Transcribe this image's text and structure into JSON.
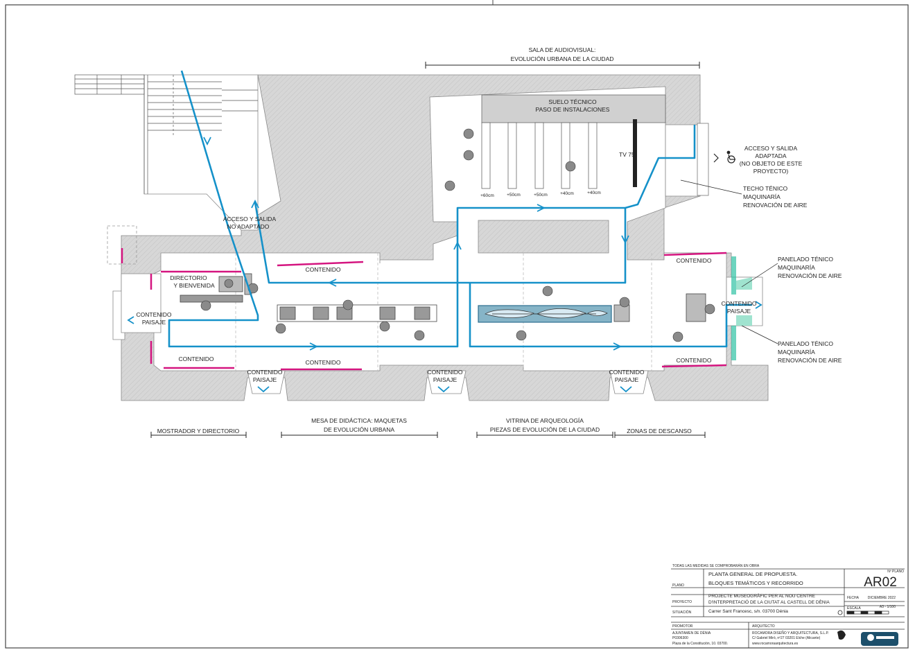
{
  "rooms": {
    "audiovisual_title": "SALA DE AUDIOVISUAL:",
    "audiovisual_subtitle": "EVOLUCIÓN URBANA DE LA CIUDAD",
    "suelo_tecnico_1": "SUELO TÉCNICO",
    "suelo_tecnico_2": "PASO DE INSTALACIONES",
    "tv": "TV 75\"",
    "step_labels": [
      "+60cm",
      "+50cm",
      "+50cm",
      "+40cm",
      "+40cm"
    ]
  },
  "annotations": {
    "acceso_adaptada": [
      "ACCESO Y SALIDA",
      "ADAPTADA",
      "(NO OBJETO DE ESTE",
      "PROYECTO)"
    ],
    "techo": [
      "TECHO TÉNICO",
      "MAQUINARÍA",
      "RENOVACIÓN DE AIRE"
    ],
    "acceso_no_adaptado": [
      "ACCESO Y SALIDA",
      "NO ADAPTADO"
    ],
    "panelado_top": [
      "PANELADO TÉNICO",
      "MAQUINARÍA",
      "RENOVACIÓN DE AIRE"
    ],
    "panelado_bottom": [
      "PANELADO TÉNICO",
      "MAQUINARÍA",
      "RENOVACIÓN DE AIRE"
    ],
    "directorio": [
      "DIRECTORIO",
      "Y BIENVENIDA"
    ],
    "contenido": "CONTENIDO",
    "contenido_paisaje": [
      "CONTENIDO",
      "PAISAJE"
    ]
  },
  "zones": {
    "mostrador": "MOSTRADOR Y DIRECTORIO",
    "mesa_1": "MESA DE DIDÁCTICA: MAQUETAS",
    "mesa_2": "DE EVOLUCIÓN URBANA",
    "vitrina_1": "VITRINA DE ARQUEOLOGÍA",
    "vitrina_2": "PIEZAS DE EVOLUCIÓN DE LA CIUDAD",
    "descanso": "ZONAS DE DESCANSO"
  },
  "title_block": {
    "note": "TODAS LAS MEDIDAS SE COMPROBARÁN EN OBRA",
    "nplano_label": "Nº PLANO",
    "plano_code": "AR02",
    "plano_label": "PLANO",
    "plano_1": "PLANTA GENERAL DE PROPUESTA.",
    "plano_2": "BLOQUES TEMÁTICOS Y RECORRIDO",
    "proyecto_label": "PROYECTO",
    "proyecto_1": "PROJECTE MUSEOGRÀFIC PER AL NOU CENTRE",
    "proyecto_2": "D'INTERPRETACIÓ DE LA CIUTAT AL CASTELL DE DÈNIA",
    "fecha_label": "FECHA",
    "fecha": "DICIEMBRE 2022",
    "escala_label": "ESCALA",
    "escala": "A3 - 1/100",
    "situacion_label": "SITUACIÓN",
    "situacion": "Carrer Sant Francesc, s/n. 03700 Dénia",
    "promotor_label": "PROMOTOR",
    "promotor_1": "AJUNTAMEN DE DÈNIA",
    "promotor_2": "P0306300",
    "promotor_3": "Plaza de la Constitución, 10. 03700.",
    "arquitecto_label": "ARQUITECTO",
    "arquitecto_1": "ROCAMORA DISEÑO Y ARQUITECTURA, S.L.P.",
    "arquitecto_2": "C/ Gabriel Miró, nº27 03201 Elche (Alicante)",
    "arquitecto_3": "www.rocamoraarquitectura.es"
  },
  "colors": {
    "route": "#1591c9",
    "magenta": "#d4147f",
    "wall": "#d9d9d9",
    "vitrina": "#86b4c7",
    "panel": "#2fc2a4"
  }
}
